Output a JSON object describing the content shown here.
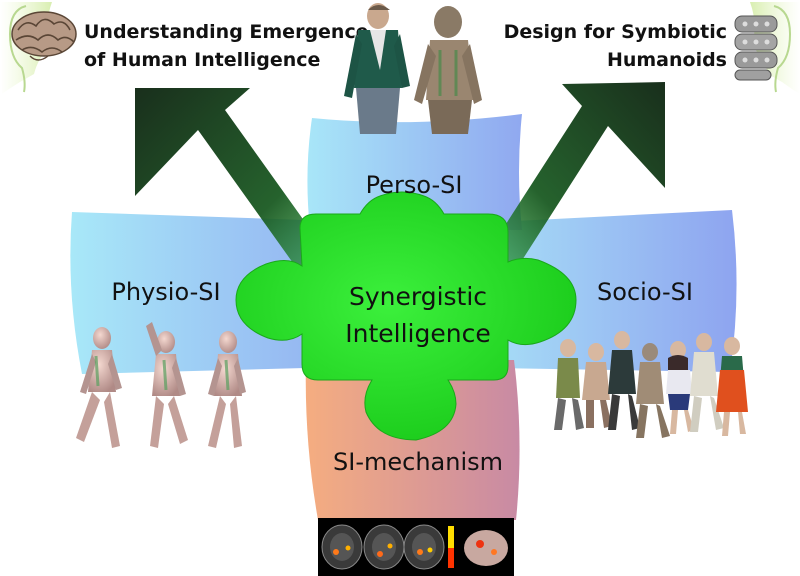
{
  "top_left_title": {
    "line1": "Understanding Emergence",
    "line2": "of Human Intelligence"
  },
  "top_right_title": {
    "line1": "Design for Symbiotic",
    "line2": "Humanoids"
  },
  "pieces": {
    "top": "Perso-SI",
    "left": "Physio-SI",
    "right": "Socio-SI",
    "bottom": "SI-mechanism",
    "center_line1": "Synergistic",
    "center_line2": "Intelligence"
  },
  "colors": {
    "arrow_dark": "#0f2a14",
    "arrow_light": "#1f7a2a",
    "center_green": "#22dd22",
    "blue_light": "#9fe3f7",
    "blue_dark": "#8aa8f2",
    "bottom_light": "#f2aa80",
    "bottom_dark": "#c98aa0"
  }
}
